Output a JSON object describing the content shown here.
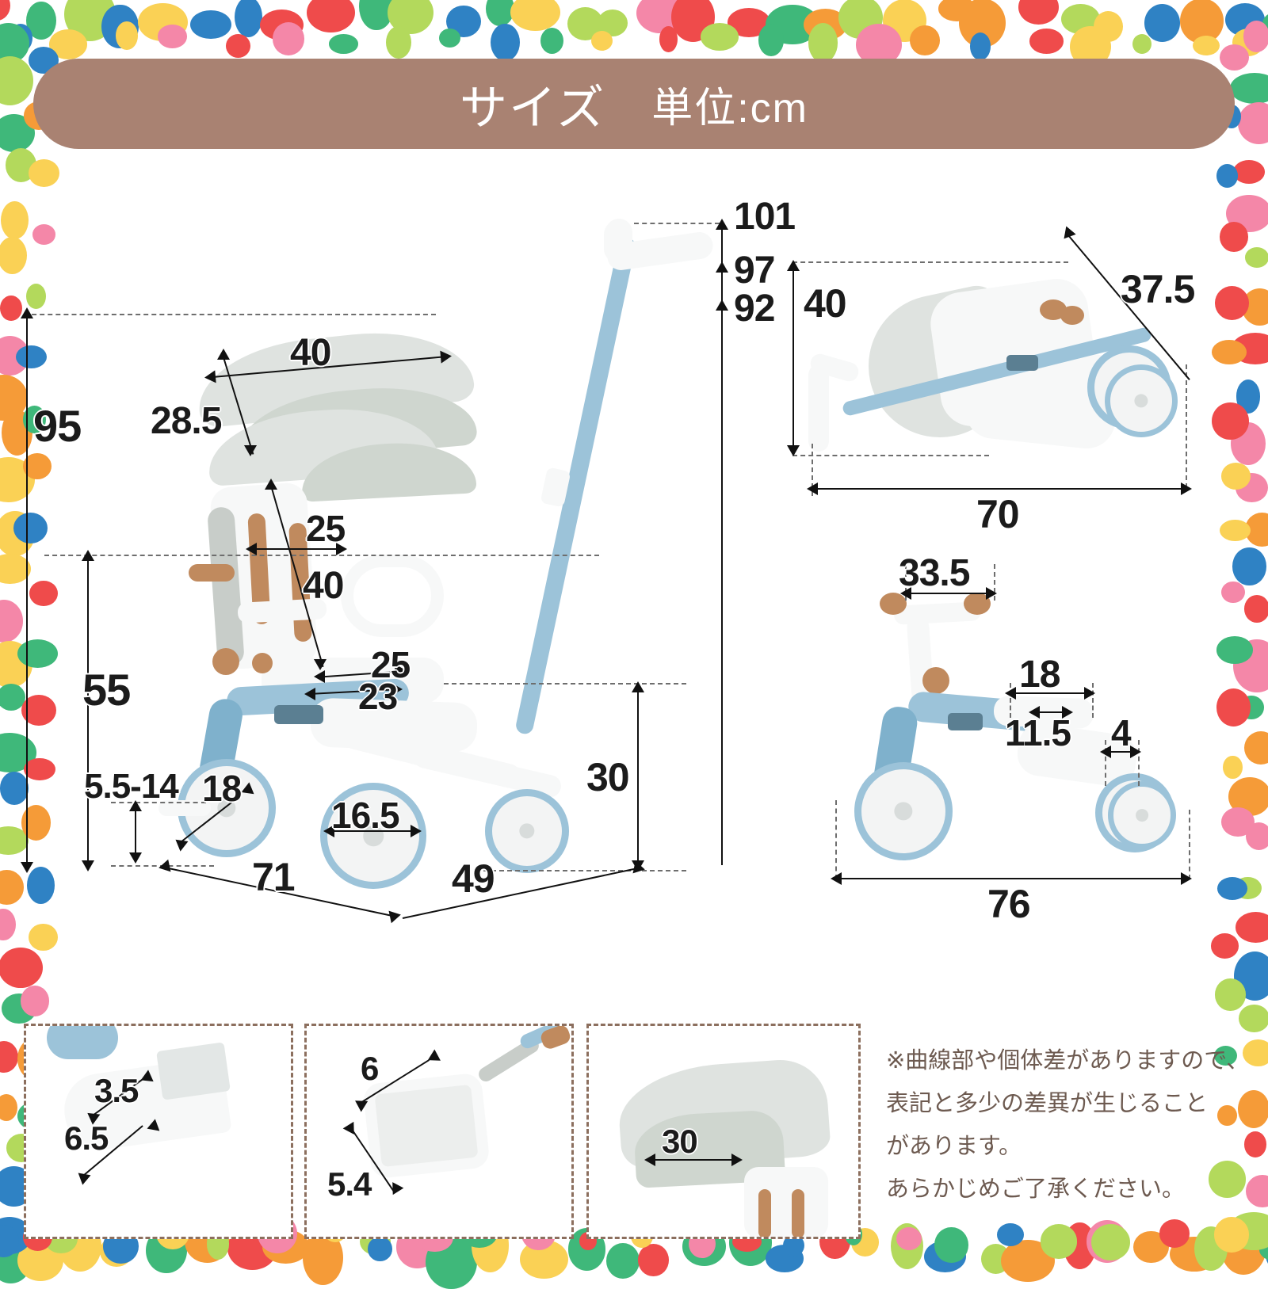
{
  "header": {
    "title": "サイズ",
    "unit": "単位:cm",
    "banner_color": "#a98272"
  },
  "dimensions": {
    "stroller_main": {
      "overall_height": "95",
      "handle_high": "101",
      "handle_mid": "97",
      "handle_low": "92",
      "canopy_width": "40",
      "canopy_height": "28.5",
      "seat_back_width": "25",
      "seat_back_height": "40",
      "seat_depth": "25",
      "seat_front": "23",
      "seat_height": "55",
      "footrest_height": "5.5-14",
      "front_wheel": "18",
      "rear_wheel": "16.5",
      "wheelbase": "71",
      "handle_offset": "49",
      "handle_base_height": "30"
    },
    "folded": {
      "height": "40",
      "depth": "37.5",
      "length": "70"
    },
    "balance_bike": {
      "handlebar_width": "33.5",
      "seat_length": "18",
      "seat_width": "11.5",
      "rear_wheel_gap": "4",
      "overall_length": "76"
    },
    "detail_footrest": {
      "width": "3.5",
      "length": "6.5"
    },
    "detail_pedal": {
      "width": "6",
      "height": "5.4"
    },
    "detail_canopy": {
      "depth": "30"
    }
  },
  "disclaimer": "※曲線部や個体差がありますので、\n表記と多少の差異が生じること\nがあります。\nあらかじめご了承ください。",
  "palette": {
    "dot_red": "#ef4b4b",
    "dot_pink": "#f487a8",
    "dot_orange": "#f59b38",
    "dot_yellow": "#fad155",
    "dot_lightgreen": "#b3d95c",
    "dot_green": "#3fb87a",
    "dot_blue": "#2f82c4",
    "product_blue": "#9cc3d9",
    "product_white": "#f7f8f8",
    "product_wood": "#c08a5e",
    "canopy_gray": "#dfe3e0",
    "dim_text": "#1b1b1b",
    "note_text": "#6d5a50",
    "panel_border": "#8c6f5e"
  }
}
